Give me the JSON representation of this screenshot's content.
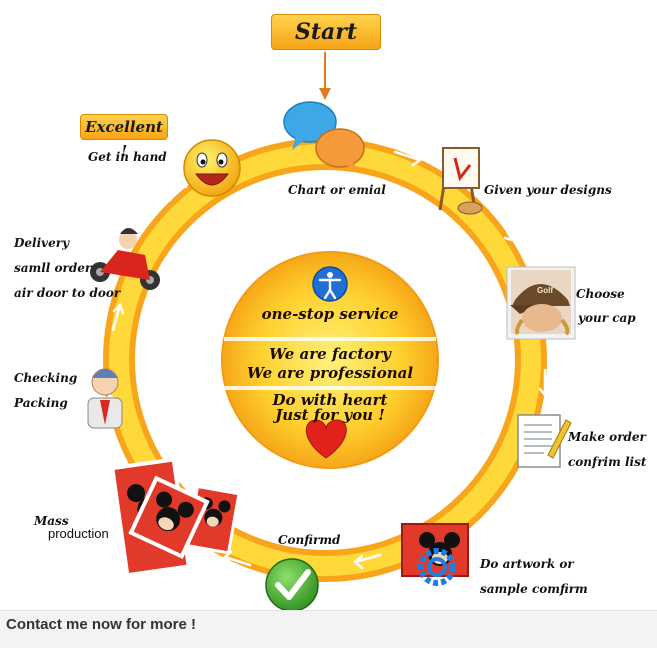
{
  "start_label": "Start",
  "excellent_label": "Excellent !",
  "steps": {
    "chat": "Chart or emial",
    "designs": "Given your designs",
    "choose_line1": "Choose",
    "choose_line2": "your cap",
    "order_line1": "Make order",
    "order_line2": "confrim list",
    "artwork_line1": "Do artwork or",
    "artwork_line2": "sample comfirm",
    "confirm": "Confirmd",
    "mass_line1": "Mass",
    "mass_line2": "production",
    "checking_line1": "Checking",
    "checking_line2": "Packing",
    "delivery_line1": "Delivery",
    "delivery_line2": "samll order",
    "delivery_line3": "air door to door",
    "get_in_hand": "Get in hand"
  },
  "center": {
    "service": "one-stop service",
    "factory_line1": "We are factory",
    "factory_line2": "We are professional",
    "heart_line1": "Do with heart",
    "heart_line2": "Just for you  !"
  },
  "cap_text": "Golf",
  "footer_text": "Contact me now for more !",
  "colors": {
    "ring_outer": "#f8a51c",
    "ring_inner": "#ffd93a",
    "center_orange": "#f39b12",
    "center_yellow": "#ffe04a",
    "confirm_green": "#3aa92a",
    "heart_red": "#e0221a"
  },
  "icons": [
    "speech-bubbles-icon",
    "easel-icon",
    "cap-photo-icon",
    "document-icon",
    "mickey-card-icon",
    "gear-icon",
    "checkmark-icon",
    "worker-icon",
    "motorcycle-icon",
    "smiley-icon",
    "accessibility-icon",
    "heart-icon"
  ]
}
